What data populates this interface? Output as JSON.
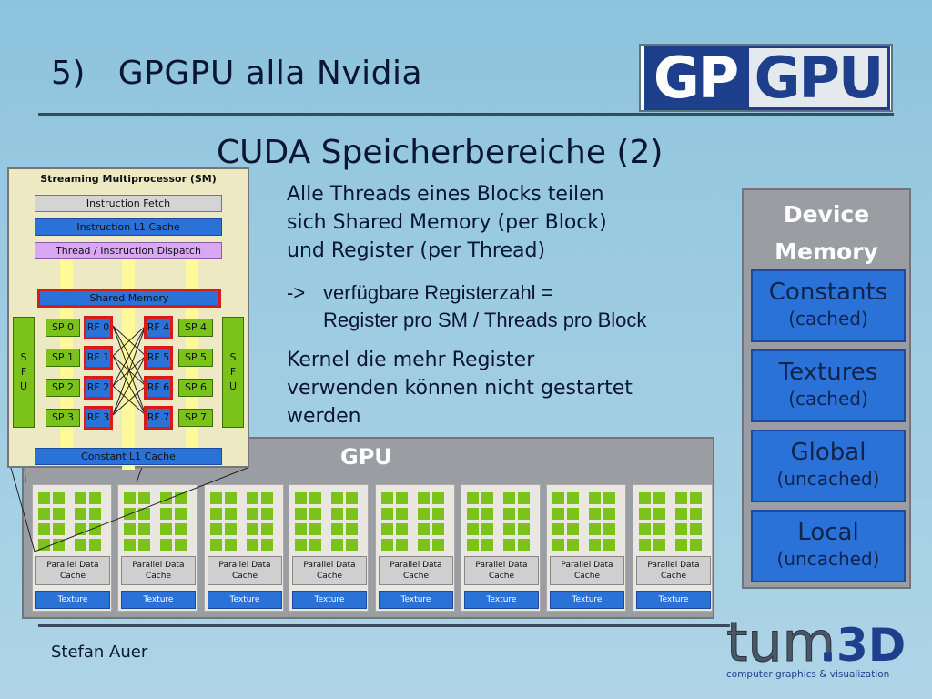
{
  "slide": {
    "title": "5)   GPGPU alla Nvidia",
    "logo_left": "GP",
    "logo_right": "GPU",
    "subtitle": "CUDA Speicherbereiche (2)",
    "author": "Stefan Auer",
    "tum_logo_main": "tum.3D",
    "tum_logo_sub": "computer graphics & visualization"
  },
  "text": {
    "para1_line1": "Alle Threads eines Blocks teilen",
    "para1_line2": "sich Shared Memory (per Block)",
    "para1_line3": "und Register (per Thread)",
    "arrow": "->",
    "para2_line1": "verfügbare Registerzahl =",
    "para2_line2": "Register pro SM / Threads pro Block",
    "para3_line1": "Kernel die mehr Register",
    "para3_line2": "verwenden können nicht gestartet",
    "para3_line3": "werden"
  },
  "device_memory": {
    "title_line1": "Device",
    "title_line2": "Memory",
    "items": [
      {
        "name": "Constants",
        "note": "(cached)"
      },
      {
        "name": "Textures",
        "note": "(cached)"
      },
      {
        "name": "Global",
        "note": "(uncached)"
      },
      {
        "name": "Local",
        "note": "(uncached)"
      }
    ]
  },
  "gpu": {
    "label": "GPU",
    "pdc_label_1": "Parallel Data",
    "pdc_label_2": "Cache",
    "texture_label": "Texture",
    "sm_count": 8
  },
  "sm": {
    "title": "Streaming Multiprocessor (SM)",
    "instruction_fetch": "Instruction Fetch",
    "instruction_l1": "Instruction L1 Cache",
    "dispatch": "Thread / Instruction Dispatch",
    "shared_memory": "Shared Memory",
    "constant_l1": "Constant L1 Cache",
    "sfu_label": "S F U",
    "sp_left": [
      "SP 0",
      "SP 1",
      "SP 2",
      "SP 3"
    ],
    "rf_left": [
      "RF 0",
      "RF 1",
      "RF 2",
      "RF 3"
    ],
    "rf_right": [
      "RF 4",
      "RF 5",
      "RF 6",
      "RF 7"
    ],
    "sp_right": [
      "SP 4",
      "SP 5",
      "SP 6",
      "SP 7"
    ]
  },
  "colors": {
    "core_green": "#7bc21b",
    "memory_blue": "#2a72d8",
    "rf_border_red": "#d81a1a",
    "panel_grey": "#9a9ea3",
    "dispatch_violet": "#d8a8f4"
  }
}
